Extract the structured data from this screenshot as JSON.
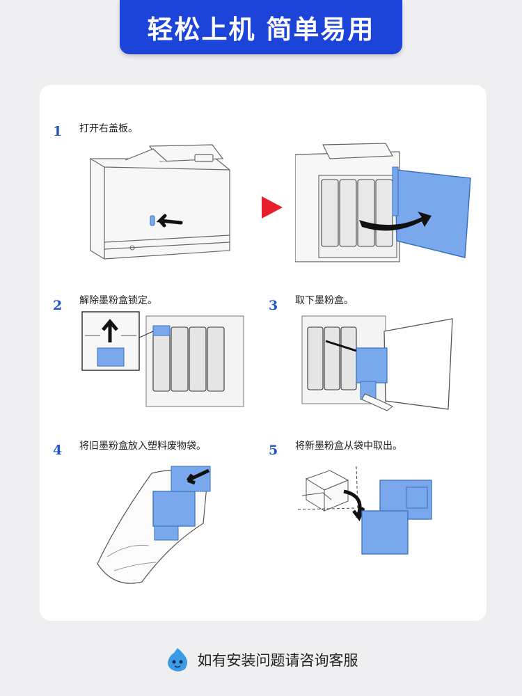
{
  "banner": {
    "title": "轻松上机 简单易用"
  },
  "steps": [
    {
      "number": "1",
      "text": "打开右盖板。"
    },
    {
      "number": "2",
      "text": "解除墨粉盒锁定。"
    },
    {
      "number": "3",
      "text": "取下墨粉盒。"
    },
    {
      "number": "4",
      "text": "将旧墨粉盒放入塑料废物袋。"
    },
    {
      "number": "5",
      "text": "将新墨粉盒从袋中取出。"
    }
  ],
  "footer": {
    "text": "如有安装问题请咨询客服",
    "icon": "customer-service-mascot-icon"
  },
  "colors": {
    "banner": "#1c44d9",
    "accent_blue": "#7aa8ec",
    "step_number": "#1f57c4",
    "arrow_red": "#e81f2a"
  }
}
